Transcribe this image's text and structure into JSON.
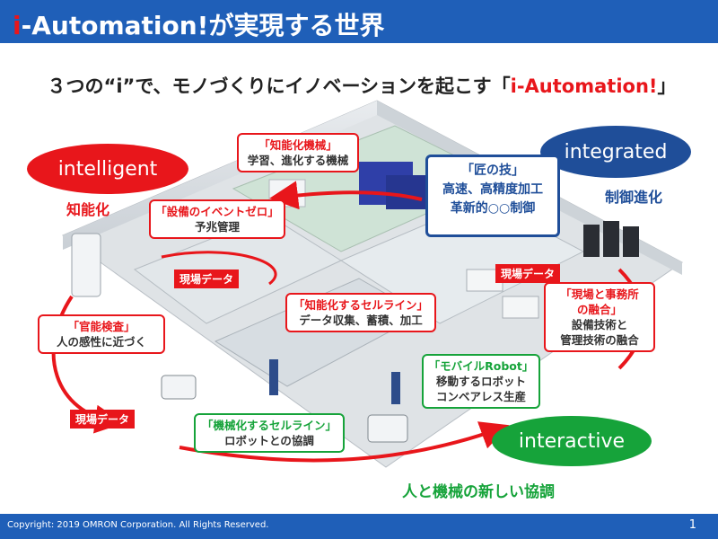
{
  "header": {
    "title_prefix": "i",
    "title_rest": "-Automation!が実現する世界"
  },
  "subtitle": {
    "main": "３つの“i”で、モノづくりにイノベーションを起こす「",
    "brand": "i-Automation!",
    "close": "」"
  },
  "pillars": {
    "intelligent": {
      "name": "intelligent",
      "label": "知能化"
    },
    "integrated": {
      "name": "integrated",
      "label": "制御進化"
    },
    "interactive": {
      "name": "interactive",
      "label": "人と機械の新しい協調"
    }
  },
  "callouts": {
    "smart_machine": {
      "head": "「知能化機械」",
      "body": "学習、進化する機械"
    },
    "zero_event": {
      "head": "「設備のイベントゼロ」",
      "body": "予兆管理"
    },
    "craftsman": {
      "line1": "「匠の技」",
      "line2": "高速、高精度加工",
      "line3": "革新的○○制御"
    },
    "smart_cell": {
      "head": "「知能化するセルライン」",
      "body": "データ収集、蓄積、加工"
    },
    "sensory": {
      "head": "「官能検査」",
      "body": "人の感性に近づく"
    },
    "site_office": {
      "head": "「現場と事務所",
      "head2": "の融合」",
      "body": "設備技術と",
      "body2": "管理技術の融合"
    },
    "mobile_robot": {
      "head": "「モバイルRobot」",
      "body": "移動するロボット",
      "body2": "コンベアレス生産"
    },
    "mech_cell": {
      "head": "「機械化するセルライン」",
      "body": "ロボットとの協調"
    }
  },
  "tags": {
    "site_data_1": "現場データ",
    "site_data_2": "現場データ",
    "site_data_3": "現場データ"
  },
  "footer": {
    "copyright": "Copyright: 2019 OMRON Corporation. All Rights Reserved.",
    "page": "1"
  },
  "colors": {
    "brand_blue": "#1f5fb8",
    "red": "#e8161b",
    "navy": "#1f4e99",
    "green": "#16a33a"
  }
}
